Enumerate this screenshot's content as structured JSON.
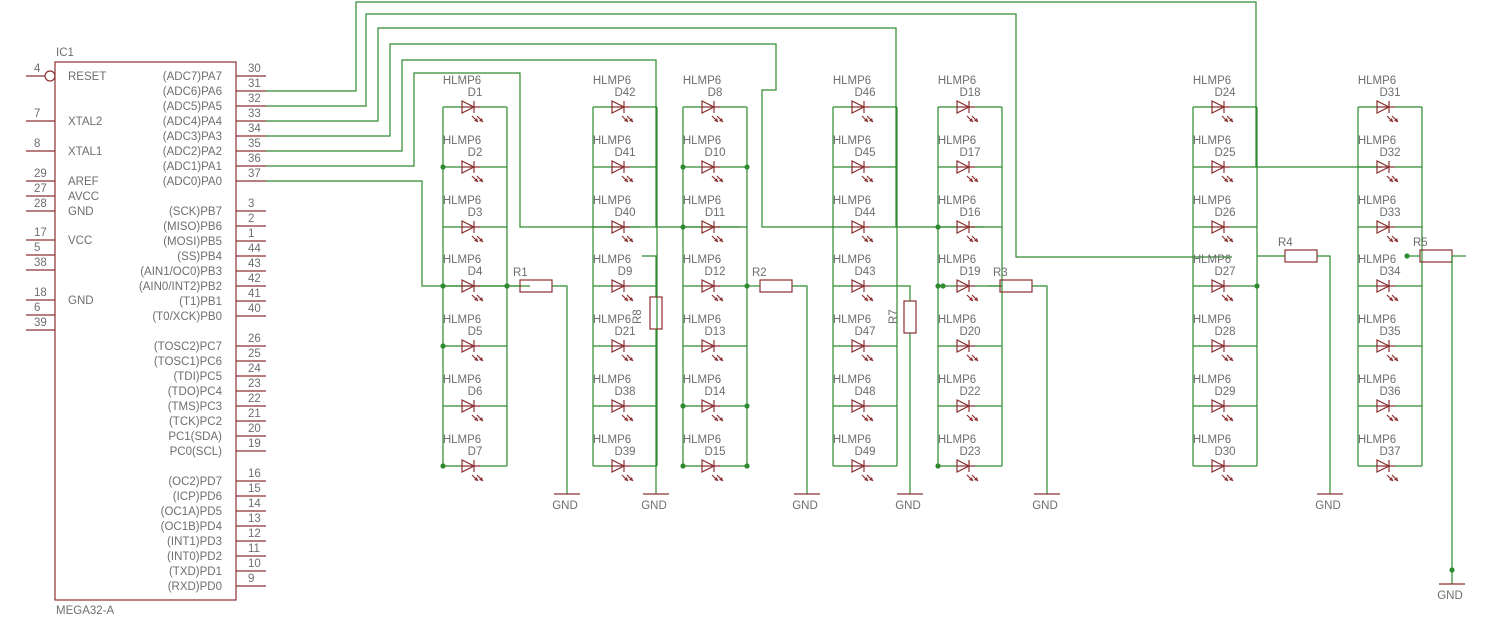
{
  "ic": {
    "name": "IC1",
    "part": "MEGA32-A",
    "left_pins": [
      {
        "num": "4",
        "label": "RESET"
      },
      {
        "num": "7",
        "label": "XTAL2"
      },
      {
        "num": "8",
        "label": "XTAL1"
      },
      {
        "num": "29",
        "label": "AREF"
      },
      {
        "num": "27",
        "label": "AVCC"
      },
      {
        "num": "28",
        "label": "GND"
      },
      {
        "num": "17",
        "label": "VCC"
      },
      {
        "num": "5",
        "label": ""
      },
      {
        "num": "38",
        "label": ""
      },
      {
        "num": "18",
        "label": "GND"
      },
      {
        "num": "6",
        "label": ""
      },
      {
        "num": "39",
        "label": ""
      }
    ],
    "right_pins": [
      {
        "num": "30",
        "label": "(ADC7)PA7"
      },
      {
        "num": "31",
        "label": "(ADC6)PA6"
      },
      {
        "num": "32",
        "label": "(ADC5)PA5"
      },
      {
        "num": "33",
        "label": "(ADC4)PA4"
      },
      {
        "num": "34",
        "label": "(ADC3)PA3"
      },
      {
        "num": "35",
        "label": "(ADC2)PA2"
      },
      {
        "num": "36",
        "label": "(ADC1)PA1"
      },
      {
        "num": "37",
        "label": "(ADC0)PA0"
      },
      {
        "num": "3",
        "label": "(SCK)PB7"
      },
      {
        "num": "2",
        "label": "(MISO)PB6"
      },
      {
        "num": "1",
        "label": "(MOSI)PB5"
      },
      {
        "num": "44",
        "label": "(SS)PB4"
      },
      {
        "num": "43",
        "label": "(AIN1/OC0)PB3"
      },
      {
        "num": "42",
        "label": "(AIN0/INT2)PB2"
      },
      {
        "num": "41",
        "label": "(T1)PB1"
      },
      {
        "num": "40",
        "label": "(T0/XCK)PB0"
      },
      {
        "num": "26",
        "label": "(TOSC2)PC7"
      },
      {
        "num": "25",
        "label": "(TOSC1)PC6"
      },
      {
        "num": "24",
        "label": "(TDI)PC5"
      },
      {
        "num": "23",
        "label": "(TDO)PC4"
      },
      {
        "num": "22",
        "label": "(TMS)PC3"
      },
      {
        "num": "21",
        "label": "(TCK)PC2"
      },
      {
        "num": "20",
        "label": "PC1(SDA)"
      },
      {
        "num": "19",
        "label": "PC0(SCL)"
      },
      {
        "num": "16",
        "label": "(OC2)PD7"
      },
      {
        "num": "15",
        "label": "(ICP)PD6"
      },
      {
        "num": "14",
        "label": "(OC1A)PD5"
      },
      {
        "num": "13",
        "label": "(OC1B)PD4"
      },
      {
        "num": "12",
        "label": "(INT1)PD3"
      },
      {
        "num": "11",
        "label": "(INT0)PD2"
      },
      {
        "num": "10",
        "label": "(TXD)PD1"
      },
      {
        "num": "9",
        "label": "(RXD)PD0"
      }
    ]
  },
  "led_value": "HLMP6",
  "led_columns": [
    {
      "leds": [
        "D1",
        "D2",
        "D3",
        "D4",
        "D5",
        "D6",
        "D7"
      ]
    },
    {
      "leds": [
        "D42",
        "D41",
        "D40",
        "D9",
        "D21",
        "D38",
        "D39"
      ]
    },
    {
      "leds": [
        "D8",
        "D10",
        "D11",
        "D12",
        "D13",
        "D14",
        "D15"
      ]
    },
    {
      "leds": [
        "D46",
        "D45",
        "D44",
        "D43",
        "D47",
        "D48",
        "D49"
      ]
    },
    {
      "leds": [
        "D18",
        "D17",
        "D16",
        "D19",
        "D20",
        "D22",
        "D23"
      ]
    },
    {
      "leds": [
        "D24",
        "D25",
        "D26",
        "D27",
        "D28",
        "D29",
        "D30"
      ]
    },
    {
      "leds": [
        "D31",
        "D32",
        "D33",
        "D34",
        "D35",
        "D36",
        "D37"
      ]
    }
  ],
  "resistors": [
    "R1",
    "R8",
    "R2",
    "R7",
    "R3",
    "R4",
    "R5"
  ],
  "ground_label": "GND",
  "colors": {
    "wire": "#2d8a2d",
    "part": "#8b3030",
    "text": "#6e6e6e",
    "background": "#ffffff"
  }
}
